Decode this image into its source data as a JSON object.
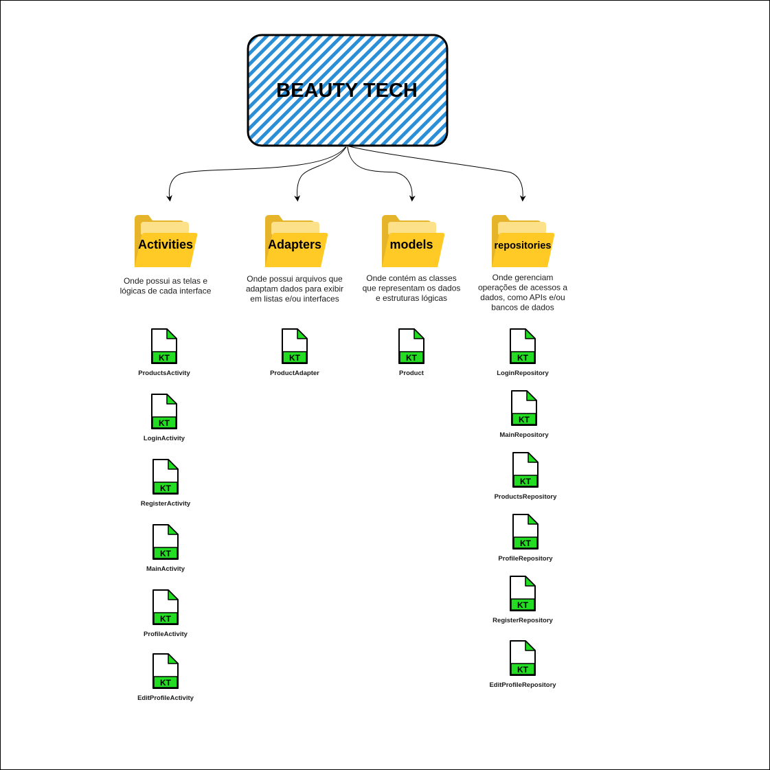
{
  "root": {
    "title": "BEAUTY TECH",
    "hatch_color": "#2a8fd6"
  },
  "colors": {
    "folder_front": "#ffc926",
    "folder_back": "#e5b42a",
    "folder_tab": "#fde18a",
    "file_badge": "#22dd22",
    "file_corner": "#22dd22"
  },
  "columns": [
    {
      "folder": "Activities",
      "description": [
        "Onde possui as telas e",
        "lógicas de cada interface"
      ],
      "files": [
        "ProductsActivity",
        "LoginActivity",
        "RegisterActivity",
        "MainActivity",
        "ProfileActivity",
        "EditProfileActivity"
      ]
    },
    {
      "folder": "Adapters",
      "description": [
        "Onde possui arquivos que",
        "adaptam dados para exibir",
        "em listas e/ou interfaces"
      ],
      "files": [
        "ProductAdapter"
      ]
    },
    {
      "folder": "models",
      "description": [
        "Onde contém as classes",
        "que representam os dados",
        "e estruturas lógicas"
      ],
      "files": [
        "Product"
      ]
    },
    {
      "folder": "repositories",
      "description": [
        "Onde gerenciam",
        "operações de acessos a",
        "dados, como APIs e/ou",
        "bancos de dados"
      ],
      "files": [
        "LoginRepository",
        "MainRepository",
        "ProductsRepository",
        "ProfileRepository",
        "RegisterRepository",
        "EditProfileRepository"
      ]
    }
  ],
  "file_badge_text": "KT"
}
